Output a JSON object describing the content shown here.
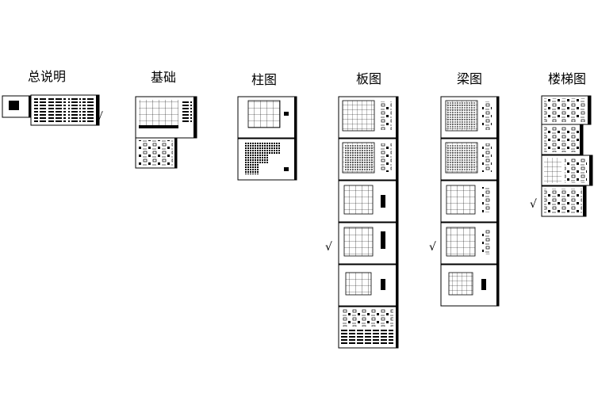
{
  "columns": [
    {
      "id": "general-notes",
      "label": "总说明"
    },
    {
      "id": "foundation",
      "label": "基础"
    },
    {
      "id": "column",
      "label": "柱图"
    },
    {
      "id": "slab",
      "label": "板图"
    },
    {
      "id": "beam",
      "label": "梁图"
    },
    {
      "id": "stair",
      "label": "楼梯图"
    }
  ],
  "check_mark": "√"
}
